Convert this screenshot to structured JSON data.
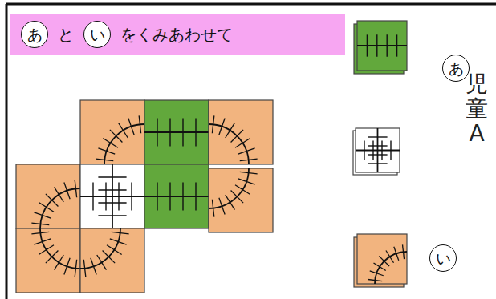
{
  "diagram": {
    "nodes": [
      {
        "text": [
          "と",
          "をくみあわせて"
        ]
      },
      {
        "text": [
          "あ"
        ],
        "in": 0
      },
      {
        "text": [
          "い"
        ],
        "in": 0
      },
      {
        "text": [
          "あ"
        ]
      },
      {
        "text": [
          "い"
        ]
      }
    ],
    "labels": [
      "児童A"
    ]
  }
}
